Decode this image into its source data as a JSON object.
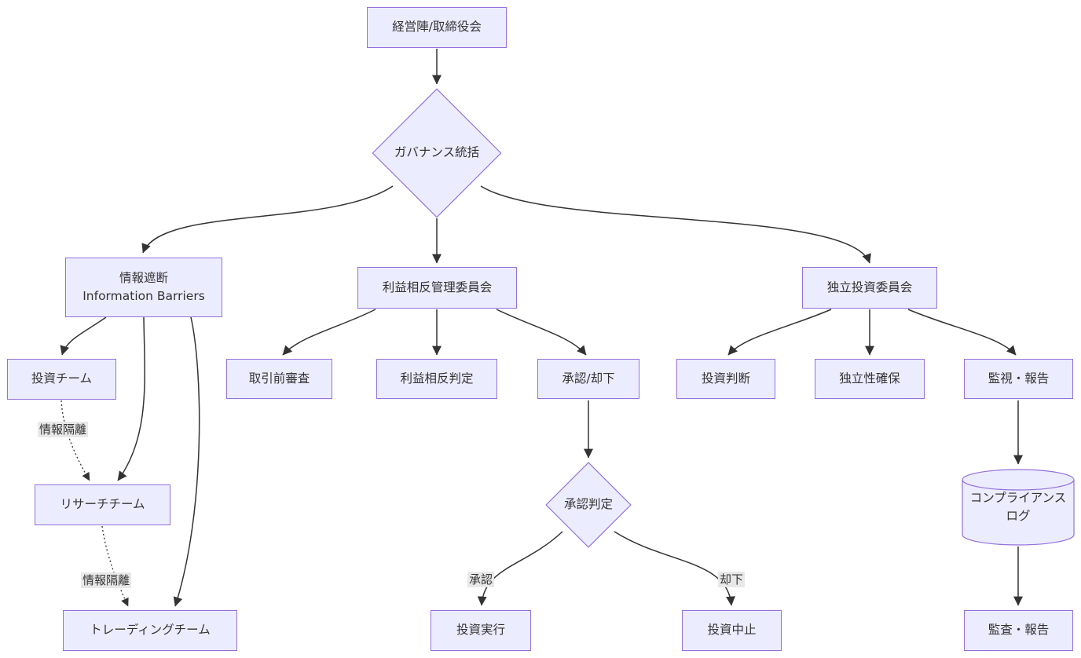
{
  "diagram": {
    "type": "flowchart",
    "direction": "top-down",
    "colors": {
      "node_fill": "#ECECFF",
      "node_border": "#9370DB",
      "edge": "#333333",
      "edge_label_bg": "#e8e8e8",
      "text": "#333333",
      "background": "#ffffff"
    },
    "nodes": {
      "board": {
        "label": "経営陣/取締役会",
        "shape": "rect"
      },
      "governance": {
        "label": "ガバナンス統括",
        "shape": "diamond"
      },
      "barriers": {
        "label": "情報遮断",
        "label2": "Information Barriers",
        "shape": "rect"
      },
      "coi_committee": {
        "label": "利益相反管理委員会",
        "shape": "rect"
      },
      "invest_committee": {
        "label": "独立投資委員会",
        "shape": "rect"
      },
      "invest_team": {
        "label": "投資チーム",
        "shape": "rect"
      },
      "pretrade": {
        "label": "取引前審査",
        "shape": "rect"
      },
      "coi_judgement": {
        "label": "利益相反判定",
        "shape": "rect"
      },
      "approve_reject": {
        "label": "承認/却下",
        "shape": "rect"
      },
      "invest_decision": {
        "label": "投資判断",
        "shape": "rect"
      },
      "independence": {
        "label": "独立性確保",
        "shape": "rect"
      },
      "monitoring": {
        "label": "監視・報告",
        "shape": "rect"
      },
      "research_team": {
        "label": "リサーチチーム",
        "shape": "rect"
      },
      "approval_decision": {
        "label": "承認判定",
        "shape": "diamond"
      },
      "compliance_log": {
        "label": "コンプライアンス",
        "label2": "ログ",
        "shape": "cylinder"
      },
      "trading_team": {
        "label": "トレーディングチーム",
        "shape": "rect"
      },
      "invest_execute": {
        "label": "投資実行",
        "shape": "rect"
      },
      "invest_stop": {
        "label": "投資中止",
        "shape": "rect"
      },
      "audit_report": {
        "label": "監査・報告",
        "shape": "rect"
      }
    },
    "edge_labels": {
      "isolation_1": "情報隔離",
      "isolation_2": "情報隔離",
      "approve": "承認",
      "reject": "却下"
    },
    "edges": [
      {
        "from": "経営陣/取締役会",
        "to": "ガバナンス統括",
        "style": "solid"
      },
      {
        "from": "ガバナンス統括",
        "to": "情報遮断 Information Barriers",
        "style": "solid"
      },
      {
        "from": "ガバナンス統括",
        "to": "利益相反管理委員会",
        "style": "solid"
      },
      {
        "from": "ガバナンス統括",
        "to": "独立投資委員会",
        "style": "solid"
      },
      {
        "from": "情報遮断 Information Barriers",
        "to": "投資チーム",
        "style": "solid"
      },
      {
        "from": "情報遮断 Information Barriers",
        "to": "リサーチチーム",
        "style": "solid"
      },
      {
        "from": "情報遮断 Information Barriers",
        "to": "トレーディングチーム",
        "style": "solid"
      },
      {
        "from": "投資チーム",
        "to": "リサーチチーム",
        "style": "dotted",
        "label": "情報隔離"
      },
      {
        "from": "リサーチチーム",
        "to": "トレーディングチーム",
        "style": "dotted",
        "label": "情報隔離"
      },
      {
        "from": "利益相反管理委員会",
        "to": "取引前審査",
        "style": "solid"
      },
      {
        "from": "利益相反管理委員会",
        "to": "利益相反判定",
        "style": "solid"
      },
      {
        "from": "利益相反管理委員会",
        "to": "承認/却下",
        "style": "solid"
      },
      {
        "from": "承認/却下",
        "to": "承認判定",
        "style": "solid"
      },
      {
        "from": "承認判定",
        "to": "投資実行",
        "style": "solid",
        "label": "承認"
      },
      {
        "from": "承認判定",
        "to": "投資中止",
        "style": "solid",
        "label": "却下"
      },
      {
        "from": "独立投資委員会",
        "to": "投資判断",
        "style": "solid"
      },
      {
        "from": "独立投資委員会",
        "to": "独立性確保",
        "style": "solid"
      },
      {
        "from": "独立投資委員会",
        "to": "監視・報告",
        "style": "solid"
      },
      {
        "from": "監視・報告",
        "to": "コンプライアンスログ",
        "style": "solid"
      },
      {
        "from": "コンプライアンスログ",
        "to": "監査・報告",
        "style": "solid"
      }
    ]
  }
}
